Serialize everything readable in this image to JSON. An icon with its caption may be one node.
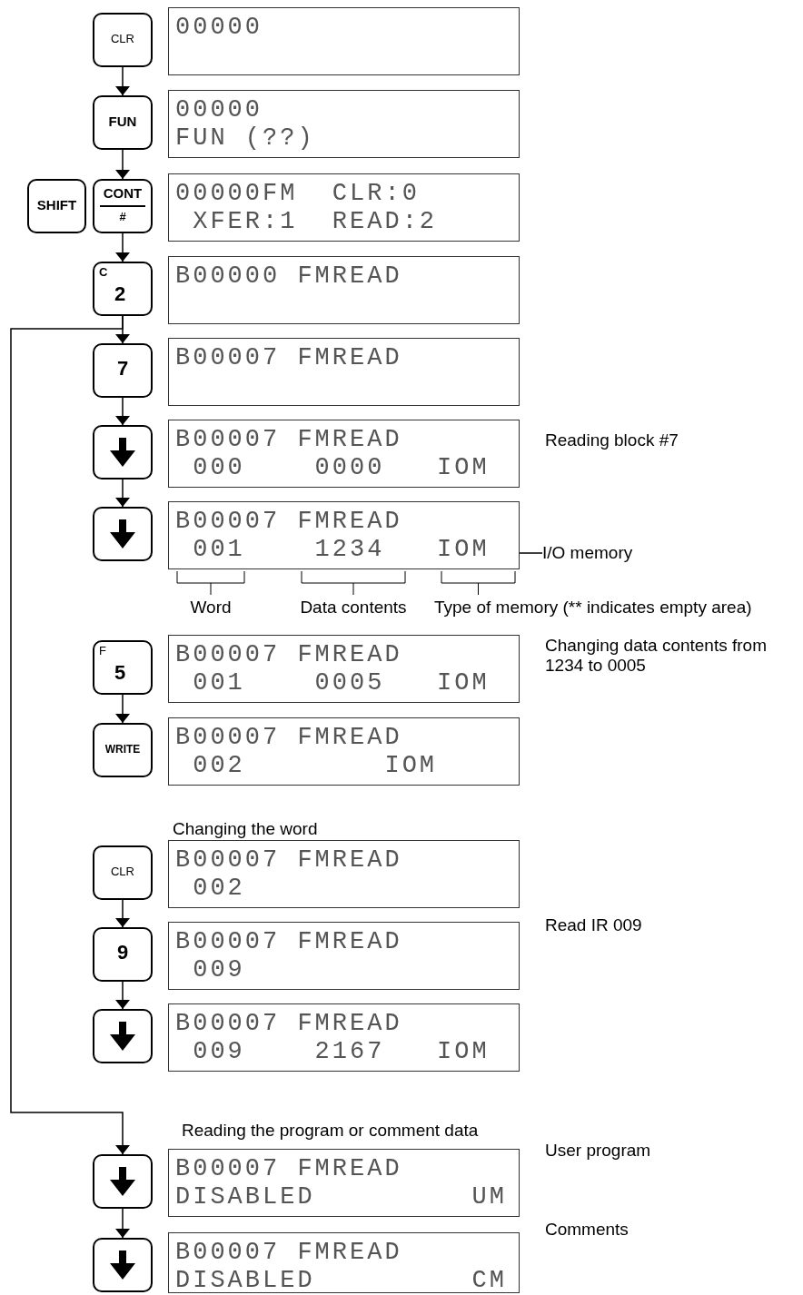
{
  "diagram": {
    "nodes": [
      {
        "text": [
          "CLR"
        ]
      },
      {
        "text": [
          "00000"
        ]
      },
      {
        "text": [
          "FUN"
        ]
      },
      {
        "text": [
          "00000",
          "FUN (??)"
        ]
      },
      {
        "text": [
          "SHIFT"
        ]
      },
      {
        "text": [
          "CONT",
          "#"
        ]
      },
      {
        "text": [
          "00000FM  CLR:0",
          " XFER:1  READ:2"
        ]
      },
      {
        "text": [
          "C",
          "2"
        ]
      },
      {
        "text": [
          "B00000 FMREAD"
        ]
      },
      {
        "text": [
          "7"
        ]
      },
      {
        "text": [
          "B00007 FMREAD"
        ]
      },
      {
        "text": [],
        "shape": "box"
      },
      {
        "text": [
          "B00007 FMREAD",
          " 000    0000   IOM"
        ],
        "beside": [
          "Reading block #7"
        ]
      },
      {
        "text": [],
        "shape": "box"
      },
      {
        "text": [
          "B00007 FMREAD",
          " 001    1234   IOM"
        ]
      },
      {
        "text": [
          "I/O memory"
        ]
      },
      {
        "text": [
          "F",
          "5"
        ]
      },
      {
        "text": [
          "B00007 FMREAD",
          " 001    0005   IOM"
        ],
        "beside": [
          "Changing data contents from 1234 to 0005"
        ]
      },
      {
        "text": [
          "WRITE"
        ]
      },
      {
        "text": [
          "B00007 FMREAD",
          " 002        IOM"
        ]
      },
      {
        "text": [
          "CLR"
        ]
      },
      {
        "text": [
          "B00007 FMREAD",
          " 002"
        ]
      },
      {
        "text": [
          "9"
        ]
      },
      {
        "text": [
          "B00007 FMREAD",
          " 009"
        ],
        "beside": [
          "Read IR 009"
        ]
      },
      {
        "text": [],
        "shape": "box"
      },
      {
        "text": [
          "B00007 FMREAD",
          " 009    2167   IOM"
        ]
      },
      {
        "text": [],
        "shape": "box"
      },
      {
        "text": [
          "B00007 FMREAD",
          "DISABLED         UM"
        ],
        "beside": [
          "User program"
        ]
      },
      {
        "text": [],
        "shape": "box"
      },
      {
        "text": [
          "B00007 FMREAD",
          "DISABLED         CM"
        ],
        "beside": [
          "Comments"
        ]
      }
    ],
    "edges": [
      {
        "from": 0,
        "to": 2,
        "arrow": "to"
      },
      {
        "from": 2,
        "to": 5,
        "arrow": "to"
      },
      {
        "from": 5,
        "to": 7,
        "arrow": "to"
      },
      {
        "from": 7,
        "to": 9,
        "arrow": "to"
      },
      {
        "from": 9,
        "to": 11,
        "arrow": "to"
      },
      {
        "from": 11,
        "to": 13,
        "arrow": "to"
      },
      {
        "from": 16,
        "to": 18,
        "arrow": "to"
      },
      {
        "from": 20,
        "to": 22,
        "arrow": "to"
      },
      {
        "from": 22,
        "to": 24,
        "arrow": "to"
      },
      {
        "from": 7,
        "to": 26,
        "arrow": "to"
      },
      {
        "from": 26,
        "to": 28,
        "arrow": "to"
      },
      {
        "from": 15,
        "to": 14,
        "arrow": "none"
      }
    ],
    "labels": [
      "Word",
      "Data contents",
      "Type of memory (** indicates empty area)",
      "Changing the word",
      "Reading the program or comment data"
    ]
  }
}
